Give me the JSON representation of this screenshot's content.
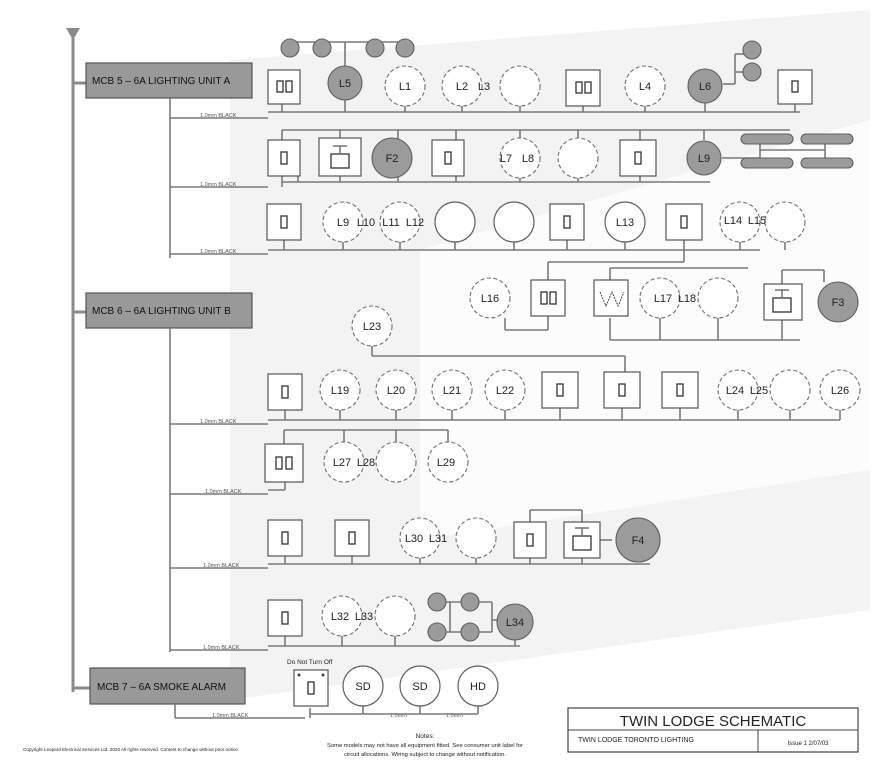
{
  "mcbs": [
    {
      "label": "MCB 5 – 6A LIGHTING UNIT A"
    },
    {
      "label": "MCB 6 – 6A LIGHTING UNIT B"
    },
    {
      "label": "MCB 7 – 6A SMOKE ALARM"
    }
  ],
  "cable_label": "1.0mm BLACK",
  "cable_label_short": "1.0mm",
  "lights": {
    "L1": "L1",
    "L2": "L2",
    "L3": "L3",
    "L4": "L4",
    "L5": "L5",
    "L6": "L6",
    "L7": "L7",
    "L8": "L8",
    "L9": "L9",
    "L10": "L10",
    "L11": "L11",
    "L12": "L12",
    "L13": "L13",
    "L14": "L14",
    "L15": "L15",
    "L16": "L16",
    "L17": "L17",
    "L18": "L18",
    "L19": "L19",
    "L20": "L20",
    "L21": "L21",
    "L22": "L22",
    "L23": "L23",
    "L24": "L24",
    "L25": "L25",
    "L26": "L26",
    "L27": "L27",
    "L28": "L28",
    "L29": "L29",
    "L30": "L30",
    "L31": "L31",
    "L32": "L32",
    "L33": "L33",
    "L34": "L34"
  },
  "fans": {
    "F2": "F2",
    "F3": "F3",
    "F4": "F4"
  },
  "smoke": {
    "sd1": "SD",
    "sd2": "SD",
    "hd": "HD"
  },
  "do_not_turn_off": "Do Not Turn Off",
  "notes": {
    "heading": "Notes:",
    "line1": "Some models may not have all equipment fitted.  See consumer unit label for",
    "line2": "circuit allocations.  Wiring subject to change without notification."
  },
  "copyright": "Copyright Leopard Electrical Services Ltd. 2020 All rights reserved.  Content to change without prior notice.",
  "title_block": {
    "title": "TWIN LODGE SCHEMATIC",
    "subtitle": "TWIN LODGE TORONTO LIGHTING",
    "issue": "Issue 1 2/07/03"
  },
  "colors": {
    "filled": "#9b9b9b",
    "mcb": "#999999",
    "wire": "#7a7a7a"
  }
}
